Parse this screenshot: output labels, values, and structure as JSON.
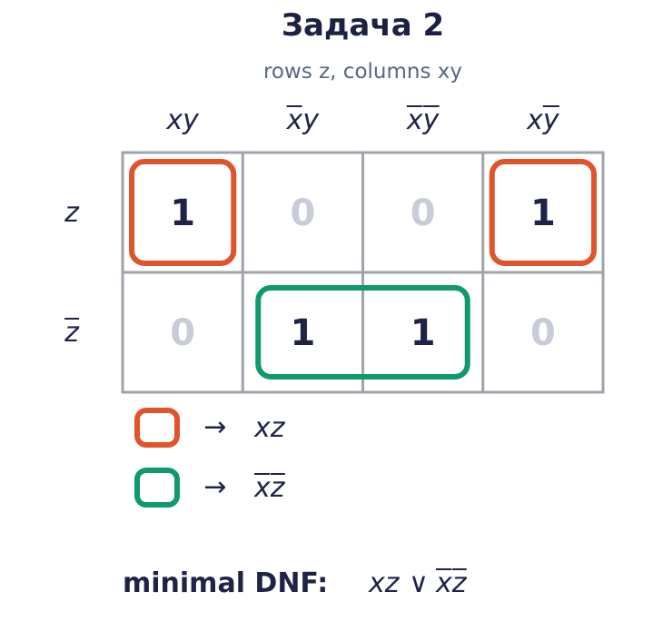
{
  "title": "Задача 2",
  "subtitle": "rows z,  columns xy",
  "colors": {
    "ink": "#1f2447",
    "muted": "#c8ccd8",
    "grid": "#9ea3ac",
    "group_xz": "#e0542c",
    "group_notx_notz": "#0e9a6c"
  },
  "columns": [
    {
      "vars": [
        {
          "v": "x",
          "neg": false
        },
        {
          "v": "y",
          "neg": false
        }
      ]
    },
    {
      "vars": [
        {
          "v": "x",
          "neg": true
        },
        {
          "v": "y",
          "neg": false
        }
      ]
    },
    {
      "vars": [
        {
          "v": "x",
          "neg": true
        },
        {
          "v": "y",
          "neg": true
        }
      ]
    },
    {
      "vars": [
        {
          "v": "x",
          "neg": false
        },
        {
          "v": "y",
          "neg": true
        }
      ]
    }
  ],
  "rows": [
    {
      "vars": [
        {
          "v": "z",
          "neg": false
        }
      ]
    },
    {
      "vars": [
        {
          "v": "z",
          "neg": true
        }
      ]
    }
  ],
  "cells": [
    [
      "1",
      "0",
      "0",
      "1"
    ],
    [
      "0",
      "1",
      "1",
      "0"
    ]
  ],
  "groups": [
    {
      "color": "group_xz",
      "cells": [
        [
          0,
          0
        ]
      ]
    },
    {
      "color": "group_xz",
      "cells": [
        [
          0,
          3
        ]
      ]
    },
    {
      "color": "group_notx_notz",
      "cells": [
        [
          1,
          1
        ],
        [
          1,
          2
        ]
      ]
    }
  ],
  "legend": [
    {
      "color": "group_xz",
      "arrow": "→",
      "term": [
        {
          "v": "x",
          "neg": false
        },
        {
          "v": "z",
          "neg": false
        }
      ]
    },
    {
      "color": "group_notx_notz",
      "arrow": "→",
      "term": [
        {
          "v": "x",
          "neg": true
        },
        {
          "v": "z",
          "neg": true
        }
      ]
    }
  ],
  "result": {
    "label": "minimal DNF:",
    "or_symbol": "∨",
    "terms": [
      [
        {
          "v": "x",
          "neg": false
        },
        {
          "v": "z",
          "neg": false
        }
      ],
      [
        {
          "v": "x",
          "neg": true
        },
        {
          "v": "z",
          "neg": true
        }
      ]
    ]
  }
}
